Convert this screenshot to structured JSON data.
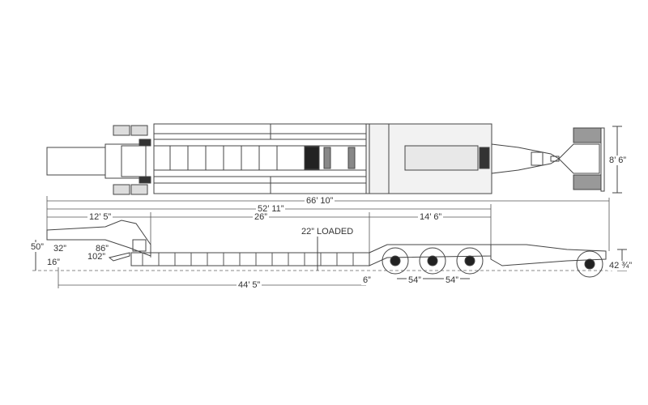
{
  "drawing": {
    "title": "Lowboy trailer dimension drawing",
    "views": [
      "top-view",
      "side-view"
    ],
    "dimensions": {
      "overall_length": "66’ 10”",
      "trailer_length": "52’ 11”",
      "gooseneck_length": "12’ 5”",
      "deck_length": "26”",
      "rear_section_length": "14’ 6”",
      "loaded_deck_height": "22” LOADED",
      "width": "8’ 6”",
      "gooseneck_height": "50”",
      "dim_32": "32”",
      "dim_86": "86”",
      "dim_102": "102”",
      "dim_16": "16”",
      "ground_clearance_rear": "6”",
      "axle_spacing_1": "54”",
      "axle_spacing_2": "54”",
      "jeep_height": "42 ¾”",
      "well_length": "44’ 5”"
    }
  }
}
